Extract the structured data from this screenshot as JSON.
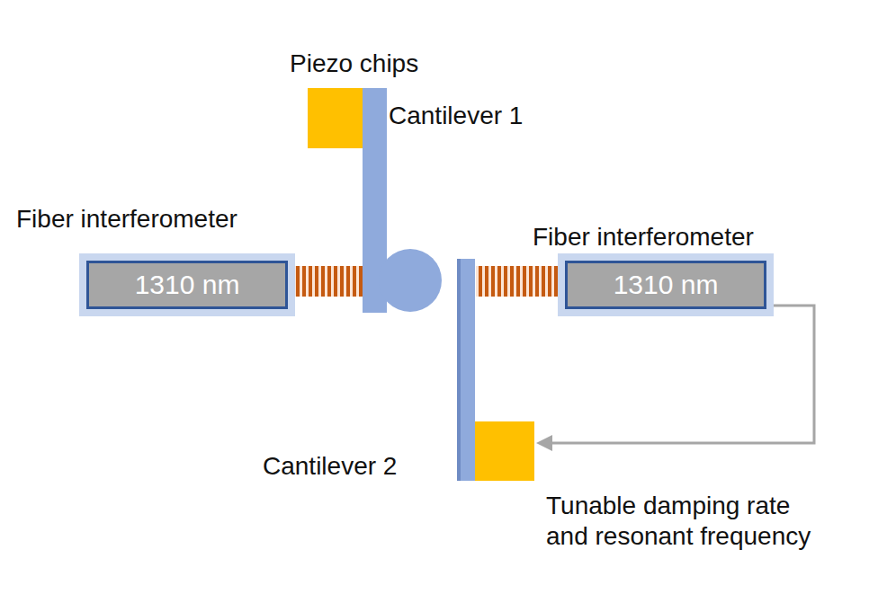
{
  "diagram": {
    "nodes": [
      {
        "text": [
          "Fiber interferometer",
          "1310 nm"
        ]
      },
      {
        "text": [
          "Fiber interferometer",
          "1310 nm"
        ]
      }
    ],
    "labels": [
      "Piezo chips",
      "Cantilever 1",
      "Cantilever 2",
      "Tunable damping rate and resonant frequency"
    ]
  }
}
